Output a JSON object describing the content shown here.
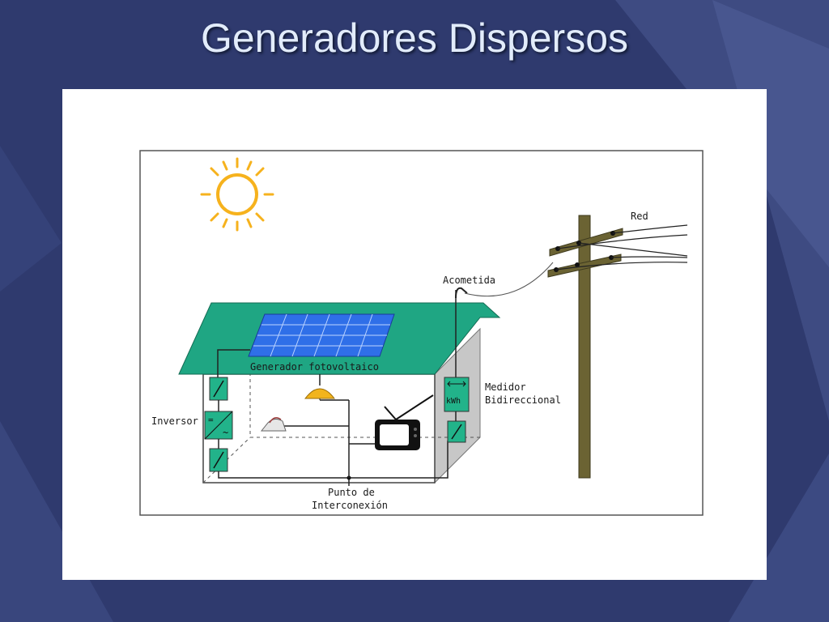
{
  "slide": {
    "title": "Generadores Dispersos"
  },
  "diagram": {
    "labels": {
      "grid": "Red",
      "service_drop": "Acometida",
      "pv_generator": "Generador fotovoltaico",
      "inverter": "Inversor",
      "meter_line1": "Medidor",
      "meter_line2": "Bidireccional",
      "meter_unit": "kWh",
      "interconnection_line1": "Punto de",
      "interconnection_line2": "Interconexión",
      "inverter_dc_symbol": "=",
      "inverter_ac_symbol": "~"
    },
    "colors": {
      "roof": "#1fa683",
      "panel_cell": "#2f6fe8",
      "equipment_box": "#22b38a",
      "sun": "#f6b21d",
      "pole": "#6b6333",
      "wall_shadow": "#c7c7c7",
      "lamp": "#f2b41c"
    }
  }
}
